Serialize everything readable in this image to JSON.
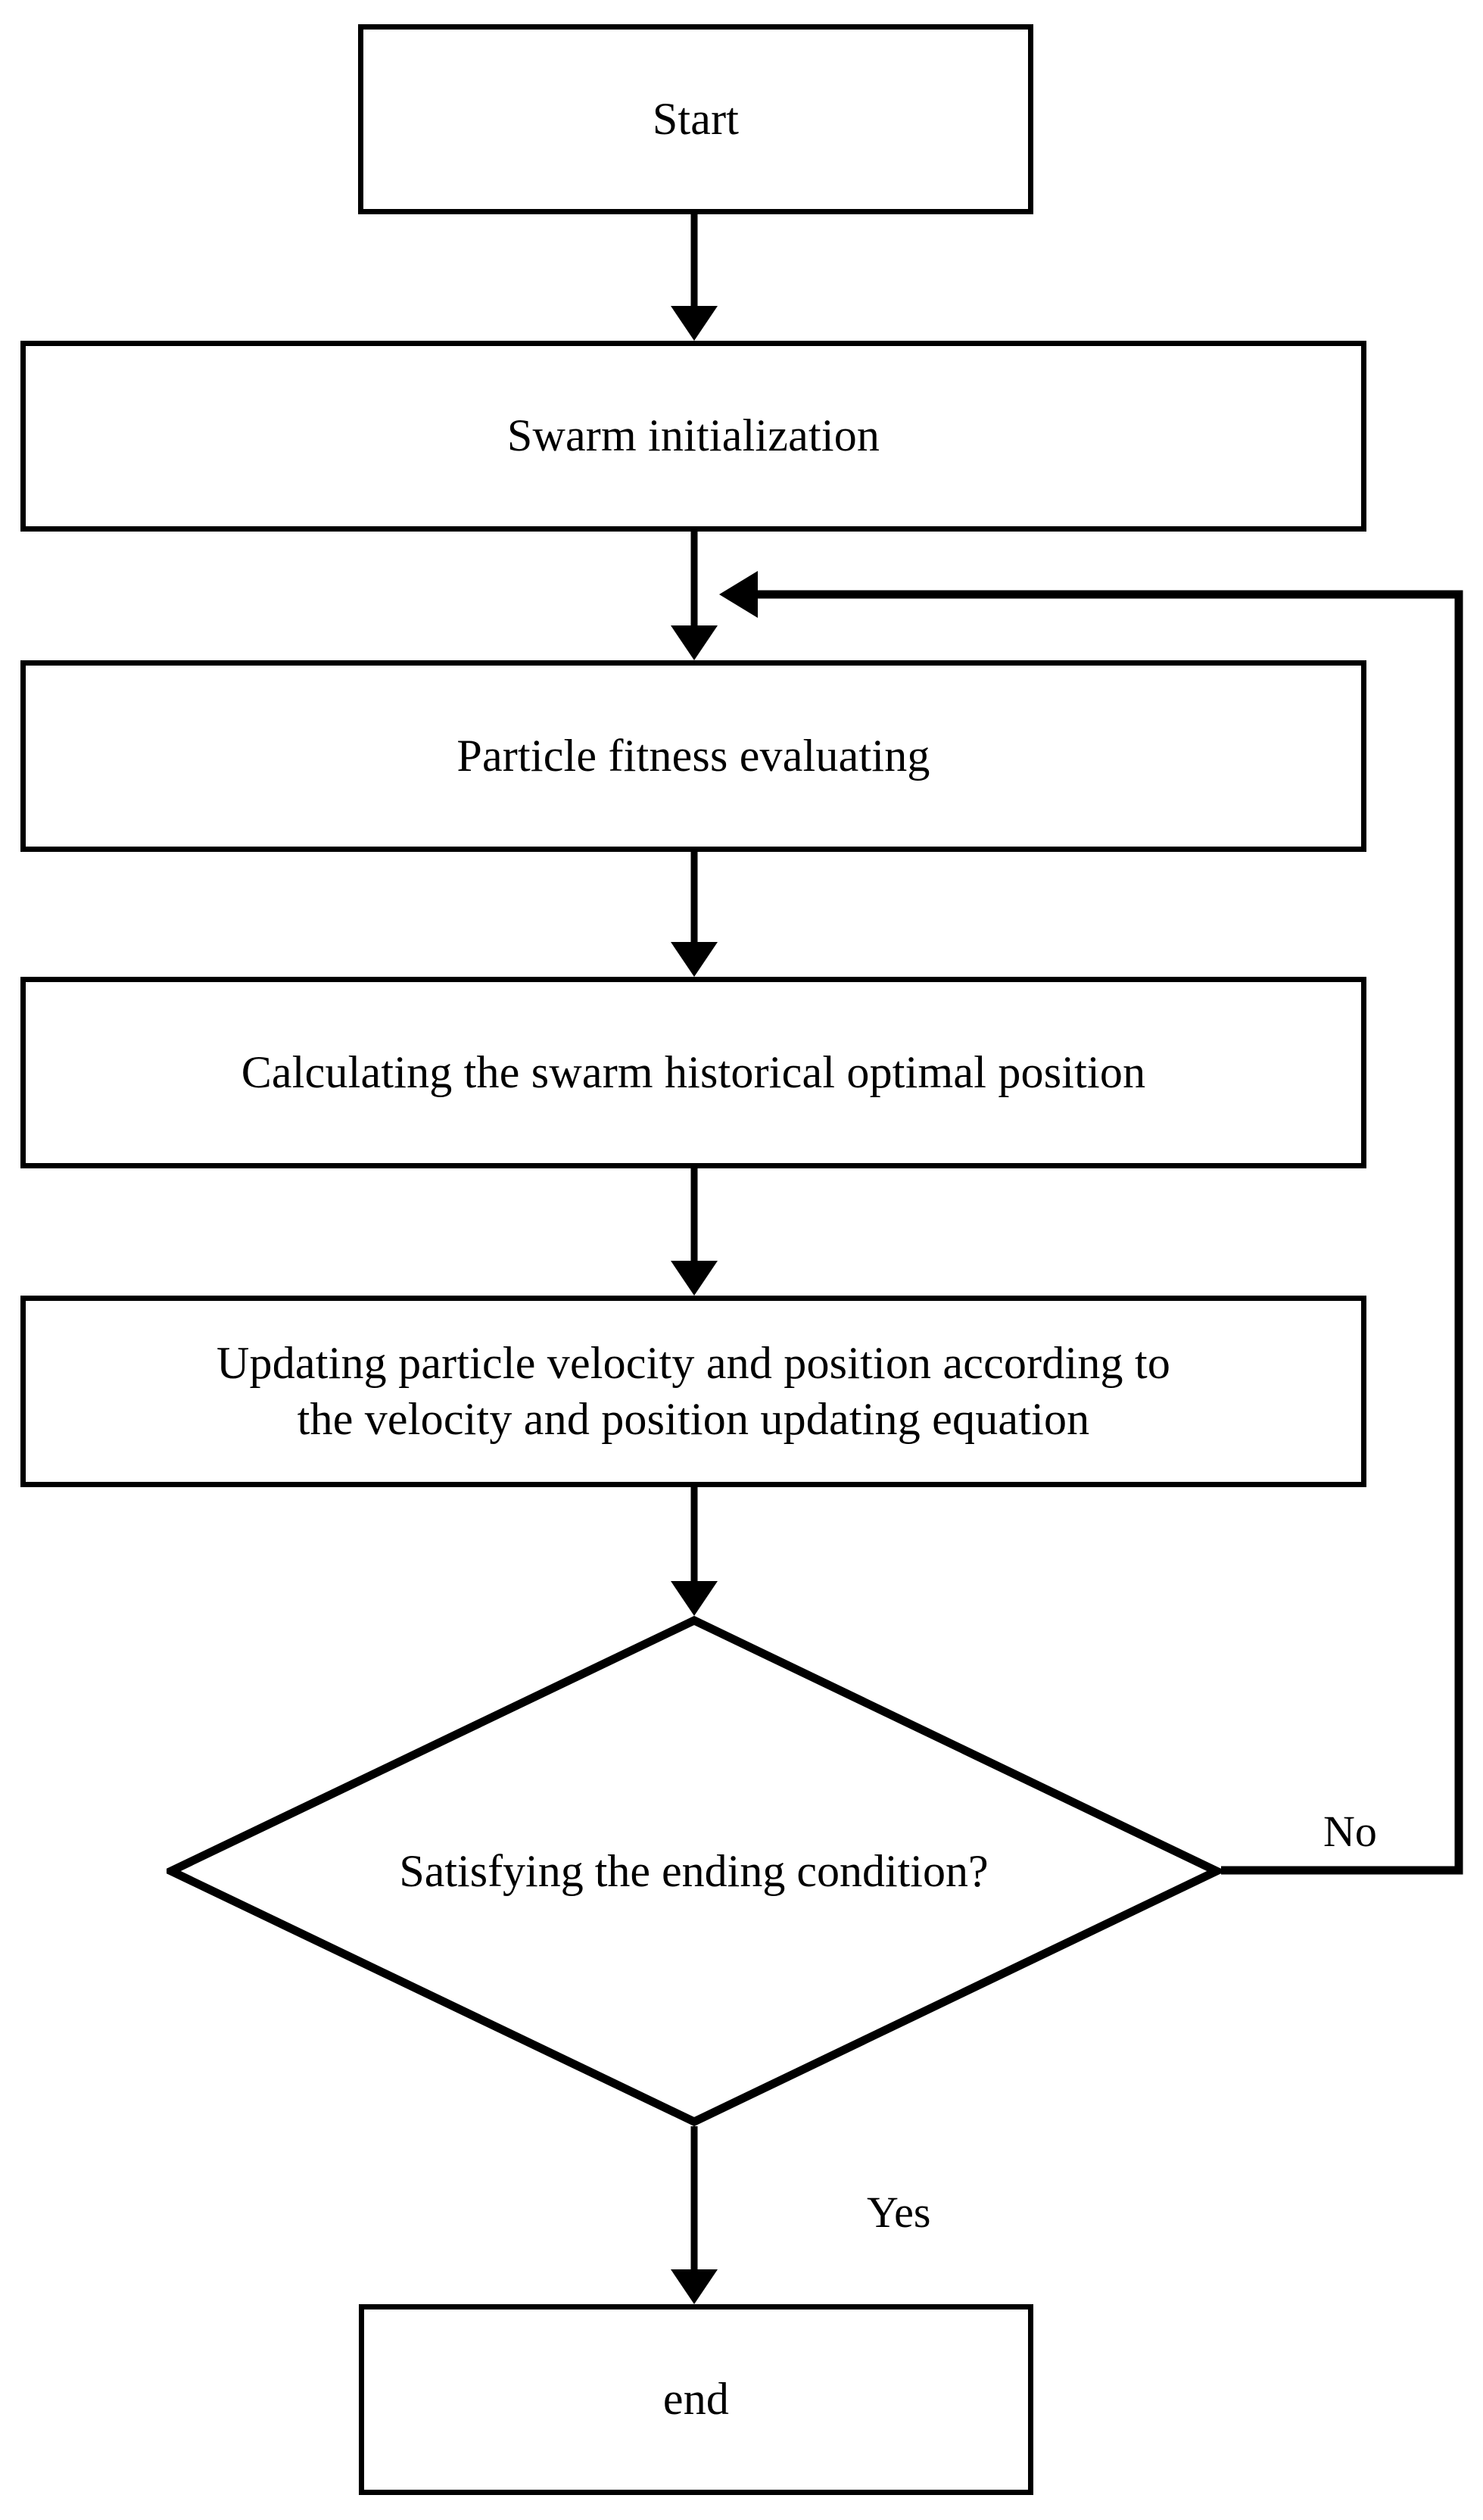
{
  "diagram": {
    "type": "flowchart",
    "title": "Particle Swarm Optimization flowchart",
    "orientation": "top-to-bottom",
    "stroke_color": "#000000",
    "fill_color": "#ffffff",
    "background": "#ffffff"
  },
  "nodes": {
    "start": {
      "label": "Start",
      "shape": "rectangle"
    },
    "swarm_initialization": {
      "label": "Swarm initialization",
      "shape": "rectangle"
    },
    "particle_fitness": {
      "label": "Particle fitness evaluating",
      "shape": "rectangle"
    },
    "calculating_optimal": {
      "label": "Calculating the swarm historical optimal position",
      "shape": "rectangle"
    },
    "updating_velocity": {
      "label": "Updating particle velocity and position according to\nthe velocity and position updating equation",
      "shape": "rectangle"
    },
    "decision": {
      "label": "Satisfying the ending condition?",
      "shape": "diamond"
    },
    "end": {
      "label": "end",
      "shape": "rectangle"
    }
  },
  "edge_labels": {
    "no": "No",
    "yes": "Yes"
  },
  "edges": [
    {
      "from": "start",
      "to": "swarm_initialization",
      "label": ""
    },
    {
      "from": "swarm_initialization",
      "to": "particle_fitness",
      "label": ""
    },
    {
      "from": "particle_fitness",
      "to": "calculating_optimal",
      "label": ""
    },
    {
      "from": "calculating_optimal",
      "to": "updating_velocity",
      "label": ""
    },
    {
      "from": "updating_velocity",
      "to": "decision",
      "label": ""
    },
    {
      "from": "decision",
      "to": "particle_fitness",
      "label": "No"
    },
    {
      "from": "decision",
      "to": "end",
      "label": "Yes"
    }
  ]
}
